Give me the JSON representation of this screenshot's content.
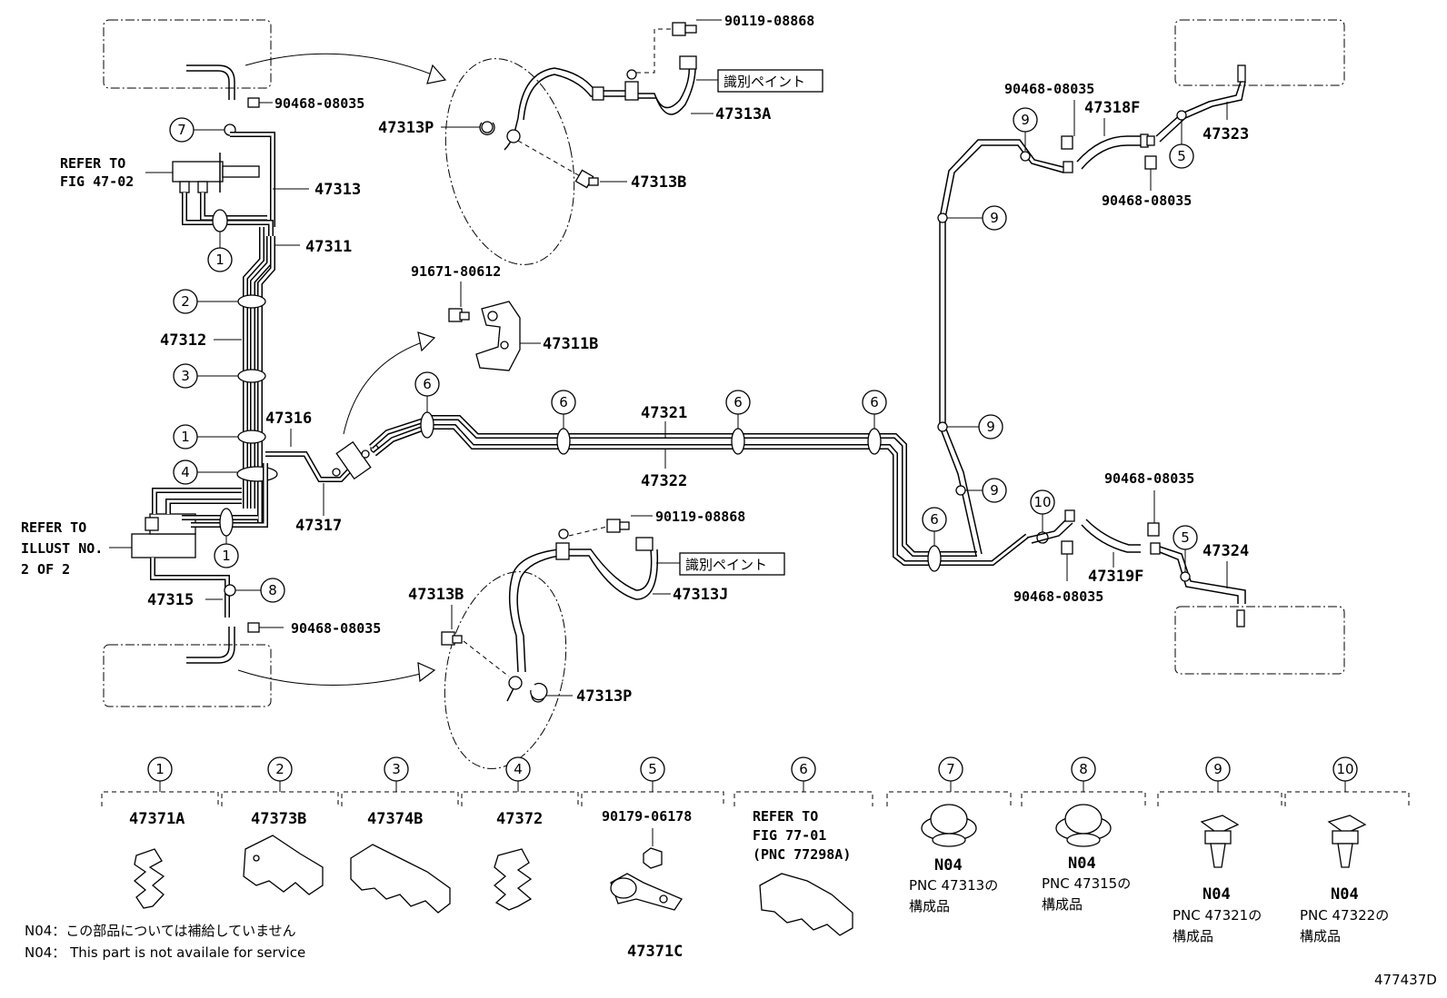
{
  "labels": {
    "p47313": "47313",
    "p47311": "47311",
    "p47312": "47312",
    "p47316": "47316",
    "p47317": "47317",
    "p47315": "47315",
    "p47321": "47321",
    "p47322": "47322",
    "p47313P_top": "47313P",
    "p47313A": "47313A",
    "p47313B_top": "47313B",
    "p90119_top": "90119-08868",
    "p91671": "91671-80612",
    "p47311B": "47311B",
    "p90119_bot": "90119-08868",
    "p47313B_bot": "47313B",
    "p47313J": "47313J",
    "p47313P_bot": "47313P",
    "p90468_top_left": "90468-08035",
    "p90468_bot_left": "90468-08035",
    "p90468_r1": "90468-08035",
    "p47318F": "47318F",
    "p47323": "47323",
    "p90468_r2": "90468-08035",
    "p90468_r3": "90468-08035",
    "p47319F": "47319F",
    "p47324": "47324",
    "p90468_r4": "90468-08035",
    "paint_top": "識別ペイント",
    "paint_bot": "識別ペイント"
  },
  "refers": {
    "fig_line1": "REFER TO",
    "fig_line2": "FIG 47-02",
    "illust_line1": "REFER TO",
    "illust_line2": "ILLUST NO.",
    "illust_line3": "2 OF 2"
  },
  "legend": [
    {
      "num": "1",
      "part": "47371A"
    },
    {
      "num": "2",
      "part": "47373B"
    },
    {
      "num": "3",
      "part": "47374B"
    },
    {
      "num": "4",
      "part": "47372"
    },
    {
      "num": "5",
      "part": "90179-06178",
      "part2": "47371C"
    },
    {
      "num": "6",
      "ref1": "REFER TO",
      "ref2": "FIG 77-01",
      "ref3": "(PNC 77298A)"
    },
    {
      "num": "7",
      "code": "N04",
      "pnc": "PNC 47313の",
      "kosei": "構成品"
    },
    {
      "num": "8",
      "code": "N04",
      "pnc": "PNC 47315の",
      "kosei": "構成品"
    },
    {
      "num": "9",
      "code": "N04",
      "pnc": "PNC 47321の",
      "kosei": "構成品"
    },
    {
      "num": "10",
      "code": "N04",
      "pnc": "PNC 47322の",
      "kosei": "構成品"
    }
  ],
  "notes": {
    "jp": "N04：この部品については補給していません",
    "en": "N04： This part is not availale for service"
  },
  "diagram_id": "477437D"
}
